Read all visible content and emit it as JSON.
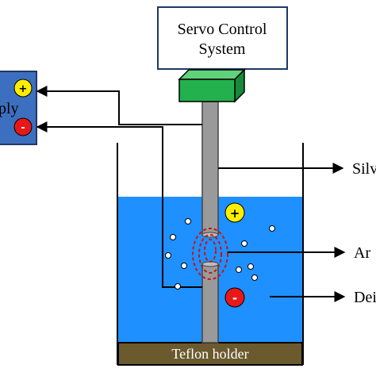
{
  "servo_box": {
    "line1": "Servo Control",
    "line2": "System"
  },
  "power_supply": {
    "label": "ply",
    "plus_symbol": "+",
    "minus_symbol": "-"
  },
  "ion_symbols": {
    "positive": "+",
    "negative": "-"
  },
  "holder_label": "Teflon holder",
  "callouts": {
    "silver": "Silv",
    "arc": "Ar",
    "water": "Dei"
  },
  "colors": {
    "water": "#1e90ff",
    "holder": "#6b5a2e",
    "servo_block": "#22b14c",
    "power_box": "#3c6fc0",
    "positive_ion": "#ffee00",
    "negative_ion": "#e81818",
    "electrode": "#9a9a9a",
    "servo_border": "#1f3864",
    "arc_outline": "#cc1111"
  },
  "icons": {
    "arrows": "arrow-right-icon",
    "plus": "plus-icon",
    "minus": "minus-icon"
  }
}
